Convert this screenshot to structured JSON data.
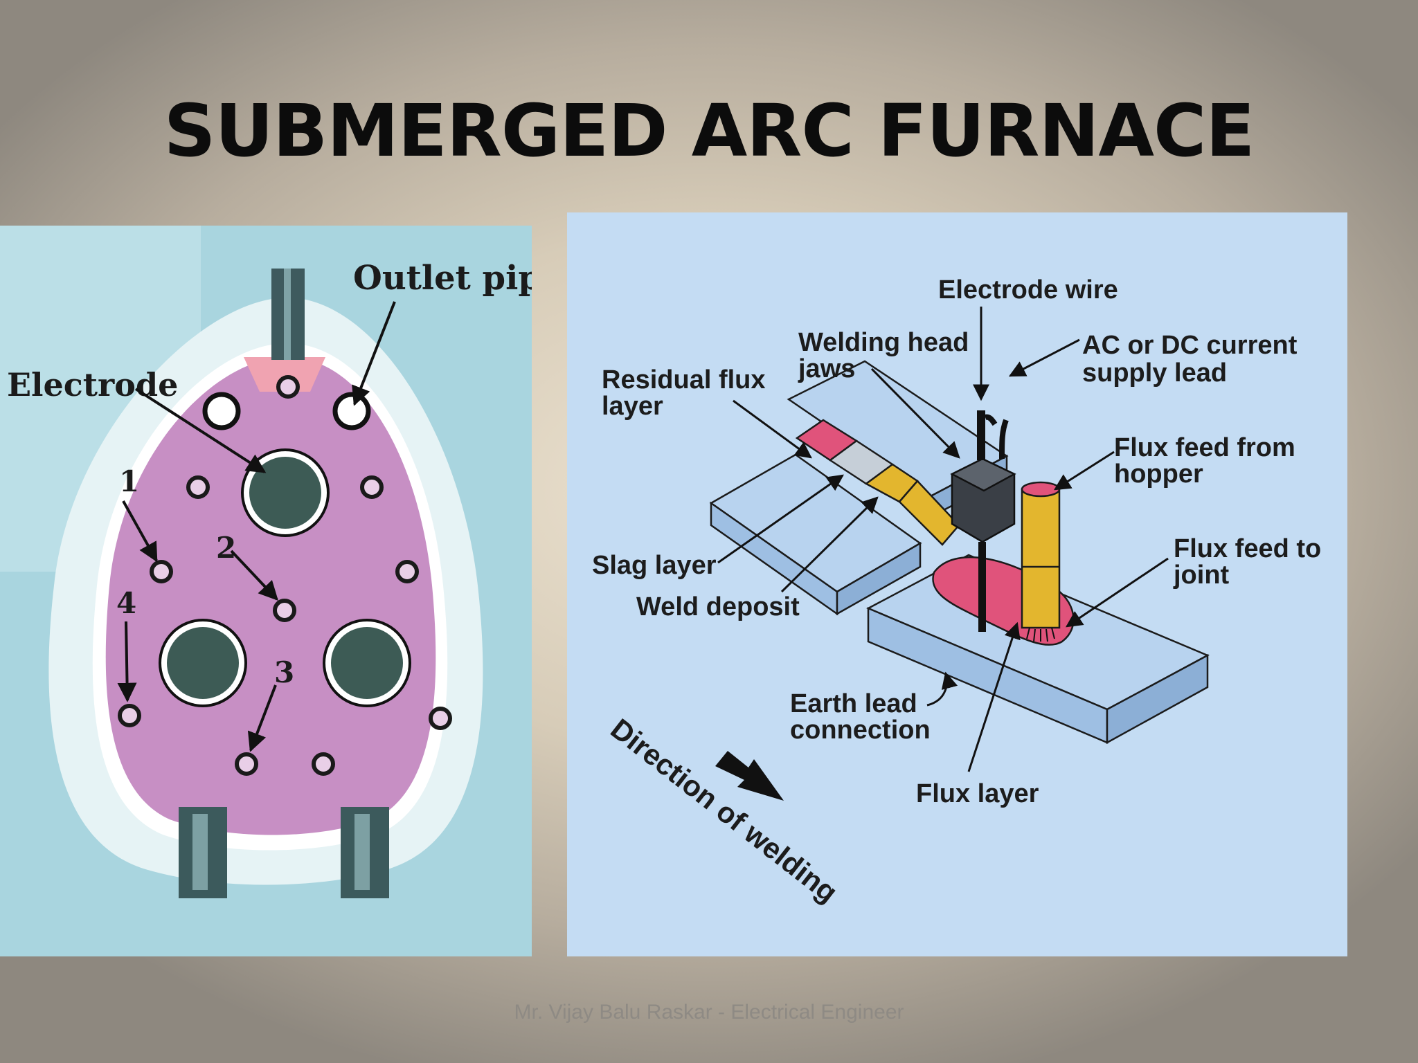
{
  "slide": {
    "title": "SUBMERGED ARC FURNACE",
    "footer": "Mr. Vijay Balu Raskar - Electrical Engineer"
  },
  "furnace_diagram": {
    "labels": {
      "outlet_pipe": "Outlet pipe",
      "electrode": "Electrode",
      "n1": "1",
      "n2": "2",
      "n3": "3",
      "n4": "4"
    }
  },
  "saw_diagram": {
    "labels": {
      "electrode_wire": "Electrode wire",
      "welding_head_1": "Welding head",
      "welding_head_2": "jaws",
      "ac_dc_1": "AC or DC current",
      "ac_dc_2": "supply lead",
      "residual_1": "Residual flux",
      "residual_2": "layer",
      "flux_hopper_1": "Flux feed from",
      "flux_hopper_2": "hopper",
      "slag": "Slag layer",
      "flux_joint_1": "Flux feed to",
      "flux_joint_2": "joint",
      "weld_deposit": "Weld deposit",
      "earth_1": "Earth lead",
      "earth_2": "connection",
      "flux_layer": "Flux layer",
      "direction": "Direction of welding"
    }
  }
}
